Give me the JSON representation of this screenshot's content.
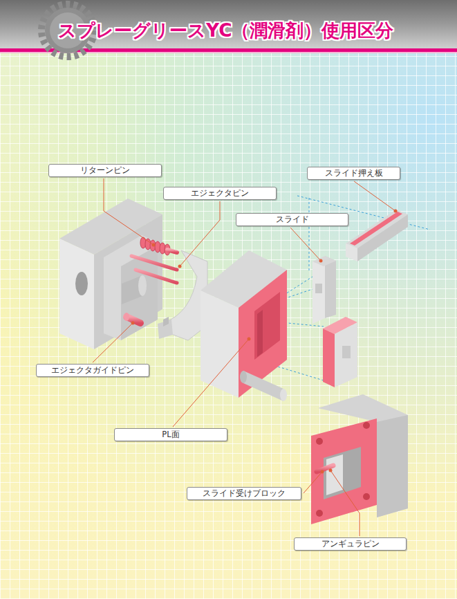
{
  "diagram": {
    "title": "スプレーグリースYC（潤滑剤）使用区分",
    "nodes": [
      {
        "text": [
          "リターンピン"
        ]
      },
      {
        "text": [
          "スライド押え板"
        ]
      },
      {
        "text": [
          "エジェクタピン"
        ]
      },
      {
        "text": [
          "スライド"
        ]
      },
      {
        "text": [
          "エジェクタガイドピン"
        ]
      },
      {
        "text": [
          "PL面"
        ]
      },
      {
        "text": [
          "スライド受けブロック"
        ]
      },
      {
        "text": [
          "アンギュラピン"
        ]
      }
    ]
  }
}
